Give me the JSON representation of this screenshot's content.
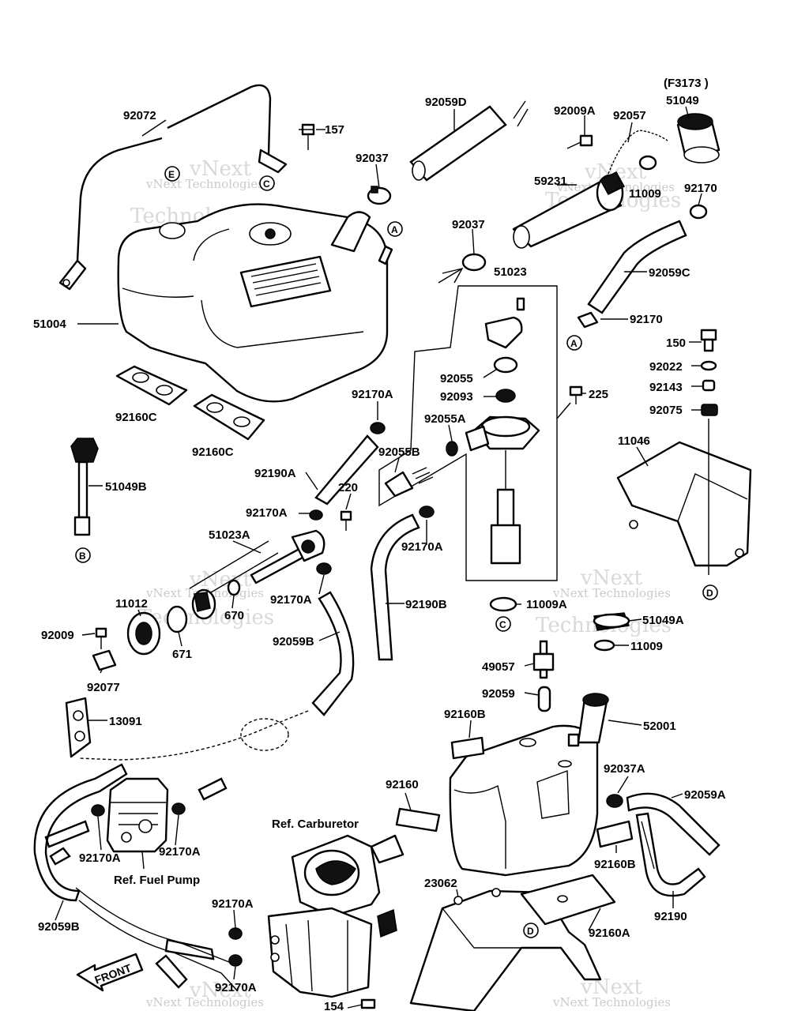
{
  "figure_code": "(F3173 )",
  "watermark": {
    "line1": "vNext",
    "line2": "Technologies",
    "small": "vNext Technologies"
  },
  "labels": {
    "p92072": "92072",
    "p157": "157",
    "p92037_top": "92037",
    "p92059D": "92059D",
    "p92009A": "92009A",
    "p92057": "92057",
    "p51049": "51049",
    "p59231": "59231",
    "p11009_top": "11009",
    "p92170_top": "92170",
    "p92037_mid": "92037",
    "p51023": "51023",
    "p92059C": "92059C",
    "p92170_mid": "92170",
    "p51004": "51004",
    "p150": "150",
    "p92022": "92022",
    "p92143": "92143",
    "p92075": "92075",
    "p92055": "92055",
    "p92093": "92093",
    "p225": "225",
    "p92160C_a": "92160C",
    "p92160C_b": "92160C",
    "p92170A_a": "92170A",
    "p92055A": "92055A",
    "p11046": "11046",
    "p92055B": "92055B",
    "p51049B": "51049B",
    "p92190A": "92190A",
    "p220": "220",
    "p92170A_b": "92170A",
    "p92170A_c": "92170A",
    "p51023A": "51023A",
    "p92170A_d": "92170A",
    "p11012": "11012",
    "p670": "670",
    "p92190B": "92190B",
    "p11009A": "11009A",
    "p51049A": "51049A",
    "p92009": "92009",
    "p92059B_a": "92059B",
    "p671": "671",
    "p11009_mid": "11009",
    "p92077": "92077",
    "p49057": "49057",
    "p92059": "92059",
    "p13091": "13091",
    "p92160B_a": "92160B",
    "p52001": "52001",
    "p92037A": "92037A",
    "p92160": "92160",
    "p92059A": "92059A",
    "ref_carb": "Ref. Carburetor",
    "p92170A_e": "92170A",
    "p92170A_f": "92170A",
    "ref_pump": "Ref. Fuel Pump",
    "p92160B_b": "92160B",
    "p23062": "23062",
    "p92170A_g": "92170A",
    "p92190": "92190",
    "p92059B_b": "92059B",
    "p92160A": "92160A",
    "p92170A_h": "92170A",
    "p154": "154",
    "front": "FRONT"
  },
  "callouts": {
    "A": "A",
    "B": "B",
    "C": "C",
    "D": "D",
    "E": "E"
  }
}
